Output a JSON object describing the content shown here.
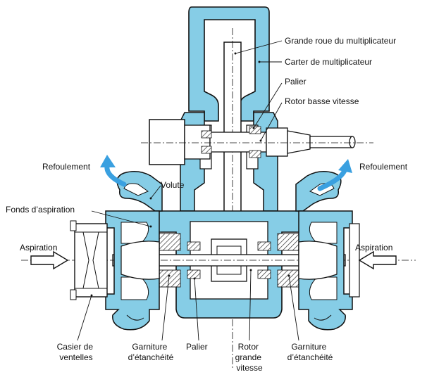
{
  "colors": {
    "casing": "#86cde6",
    "outline": "#111111",
    "arrow": "#3aa0e0",
    "hatch": "#333333",
    "background": "#ffffff"
  },
  "labels": {
    "grande_roue": "Grande roue du multiplicateur",
    "carter": "Carter de multiplicateur",
    "palier_top": "Palier",
    "rotor_basse": "Rotor basse vitesse",
    "refoulement_left": "Refoulement",
    "refoulement_right": "Refoulement",
    "volute": "Volute",
    "fonds": "Fonds d’aspiration",
    "aspiration_left": "Aspiration",
    "aspiration_right": "Aspiration",
    "casier": [
      "Casier de",
      "ventelles"
    ],
    "garniture_left": [
      "Garniture",
      "d’étanchéité"
    ],
    "palier_bottom": "Palier",
    "rotor_grande": [
      "Rotor",
      "grande",
      "vitesse"
    ],
    "garniture_right": [
      "Garniture",
      "d’étanchéité"
    ]
  },
  "icons": [
    "flow-arrow-icon",
    "inlet-arrow-icon"
  ]
}
